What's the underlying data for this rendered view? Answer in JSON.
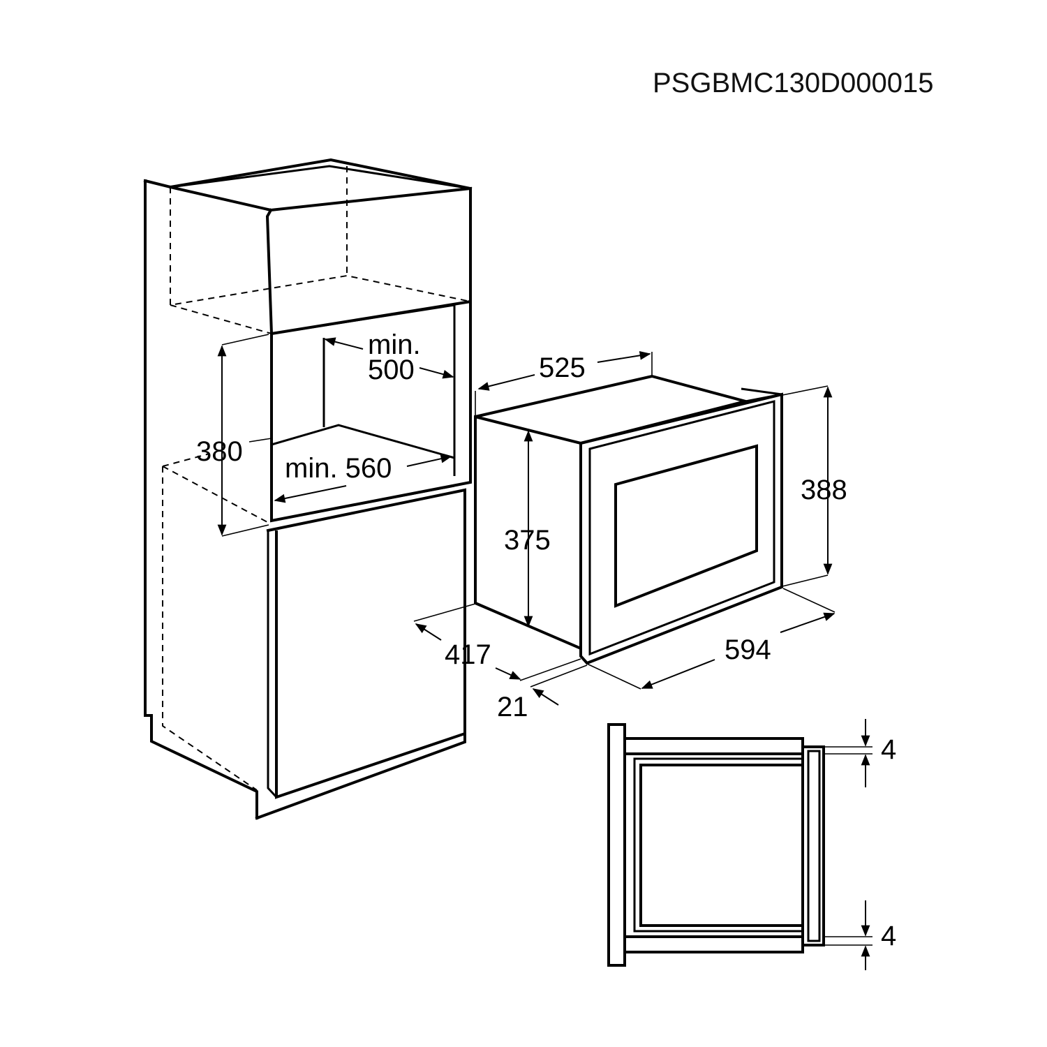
{
  "drawing": {
    "code": "PSGBMC130D000015"
  },
  "dimensions": {
    "niche_min_depth_label": "min.",
    "niche_min_depth_value": "500",
    "niche_min_width": "min. 560",
    "niche_height": "380",
    "appliance_depth": "525",
    "appliance_body_height": "375",
    "appliance_front_height": "388",
    "appliance_side_depth": "417",
    "front_frame_depth": "21",
    "appliance_width": "594",
    "gap_top": "4",
    "gap_bottom": "4"
  }
}
